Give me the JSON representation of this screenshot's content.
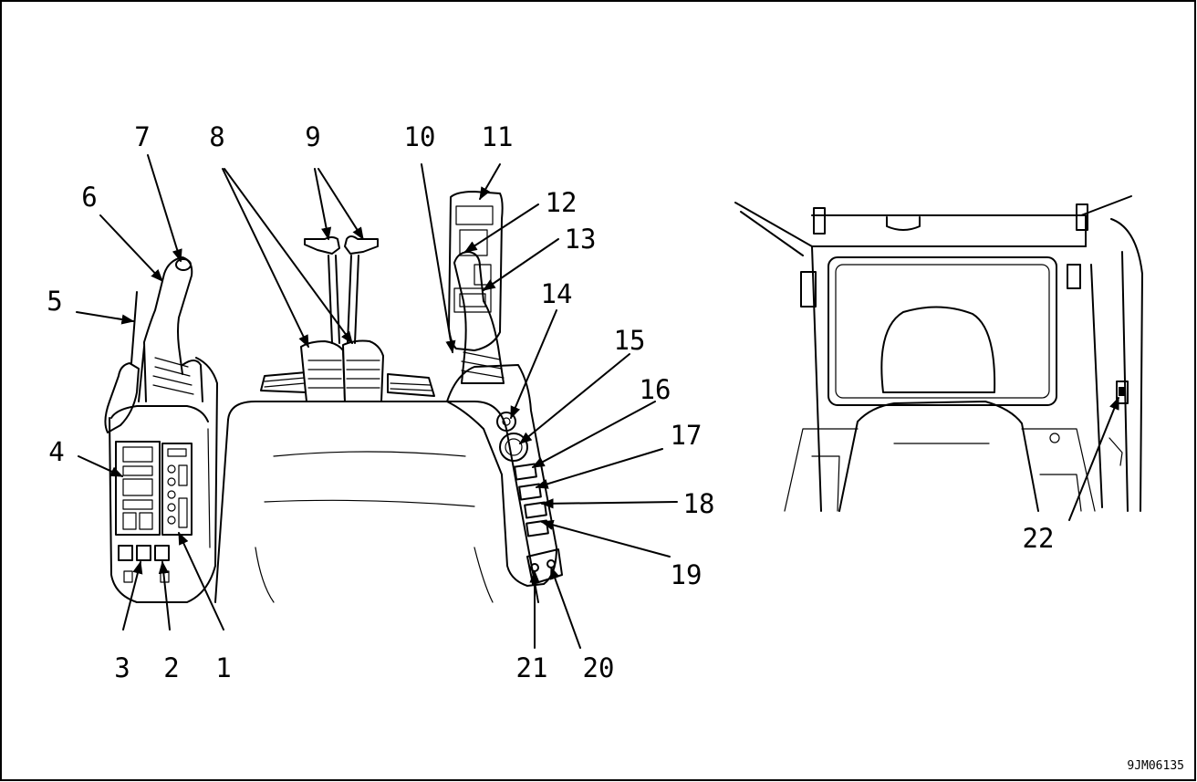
{
  "labels": {
    "l1": "1",
    "l2": "2",
    "l3": "3",
    "l4": "4",
    "l5": "5",
    "l6": "6",
    "l7": "7",
    "l8": "8",
    "l9": "9",
    "l10": "10",
    "l11": "11",
    "l12": "12",
    "l13": "13",
    "l14": "14",
    "l15": "15",
    "l16": "16",
    "l17": "17",
    "l18": "18",
    "l19": "19",
    "l20": "20",
    "l21": "21",
    "l22": "22"
  },
  "reference_code": "9JM06135"
}
